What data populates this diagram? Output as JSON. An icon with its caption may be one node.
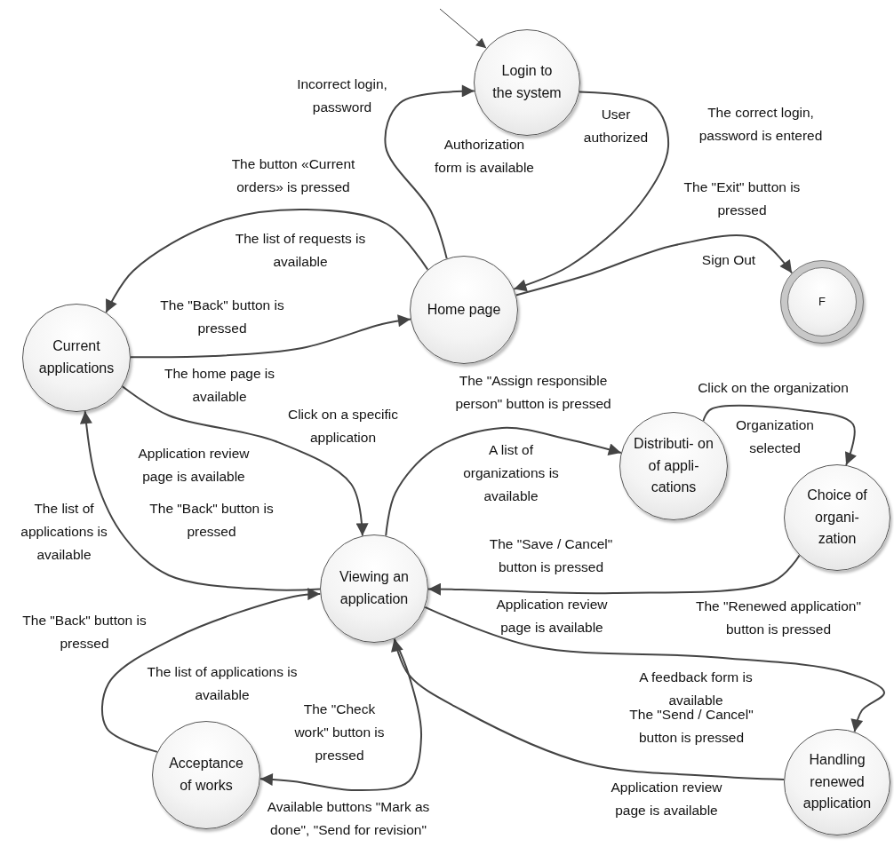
{
  "diagram": {
    "nodes": [
      {
        "text": [
          "Login to the system"
        ]
      },
      {
        "text": [
          "Home page"
        ]
      },
      {
        "text": [
          "F"
        ]
      },
      {
        "text": [
          "Current applications"
        ]
      },
      {
        "text": [
          "Viewing an application"
        ]
      },
      {
        "text": [
          "Distributi- on of appli- cations"
        ]
      },
      {
        "text": [
          "Choice of organi- zation"
        ]
      },
      {
        "text": [
          "Handling renewed application"
        ]
      },
      {
        "text": [
          "Acceptance of works"
        ]
      }
    ],
    "edges": [
      {
        "from": null,
        "to": 0,
        "arrow": "to"
      },
      {
        "from": 1,
        "to": 0,
        "arrow": "to",
        "label": "Incorrect login, password"
      },
      {
        "from": 0,
        "to": 1,
        "arrow": "to",
        "label": "The correct login, password is entered"
      },
      {
        "from": 1,
        "to": 2,
        "arrow": "to",
        "label": "The \"Exit\" button is pressed"
      },
      {
        "from": 1,
        "to": 3,
        "arrow": "to",
        "label": "The button «Current orders» is pressed"
      },
      {
        "from": 3,
        "to": 1,
        "arrow": "to",
        "label": "The \"Back\" button is pressed"
      },
      {
        "from": 3,
        "to": 4,
        "arrow": "to",
        "label": "Click on a specific application"
      },
      {
        "from": 4,
        "to": 3,
        "arrow": "to",
        "label": "The \"Back\" button is pressed"
      },
      {
        "from": 4,
        "to": 5,
        "arrow": "to",
        "label": "The \"Assign responsible person\" button is pressed"
      },
      {
        "from": 5,
        "to": 6,
        "arrow": "to",
        "label": "Click on the organization"
      },
      {
        "from": 6,
        "to": 4,
        "arrow": "to",
        "label": "The \"Save / Cancel\" button is pressed"
      },
      {
        "from": 4,
        "to": 7,
        "arrow": "to",
        "label": "The \"Renewed application\" button is pressed"
      },
      {
        "from": 7,
        "to": 4,
        "arrow": "to",
        "label": "The \"Send / Cancel\" button is pressed"
      },
      {
        "from": 4,
        "to": 8,
        "arrow": "to",
        "label": "The \"Check work\" button is pressed"
      },
      {
        "from": 8,
        "to": 4,
        "arrow": "to",
        "label": "The \"Back\" button is pressed"
      }
    ],
    "labels": [
      "Authorization form is available",
      "User authorized",
      "Sign Out",
      "The list of requests is available",
      "The home page is available",
      "Application review page is available",
      "The list of applications is available",
      "A list of organizations is available",
      "Organization selected",
      "Application review page is available",
      "A feedback form is available",
      "Application review page is available",
      "Available buttons \"Mark as done\", \"Send for revision\"",
      "The list of applications is available"
    ]
  }
}
